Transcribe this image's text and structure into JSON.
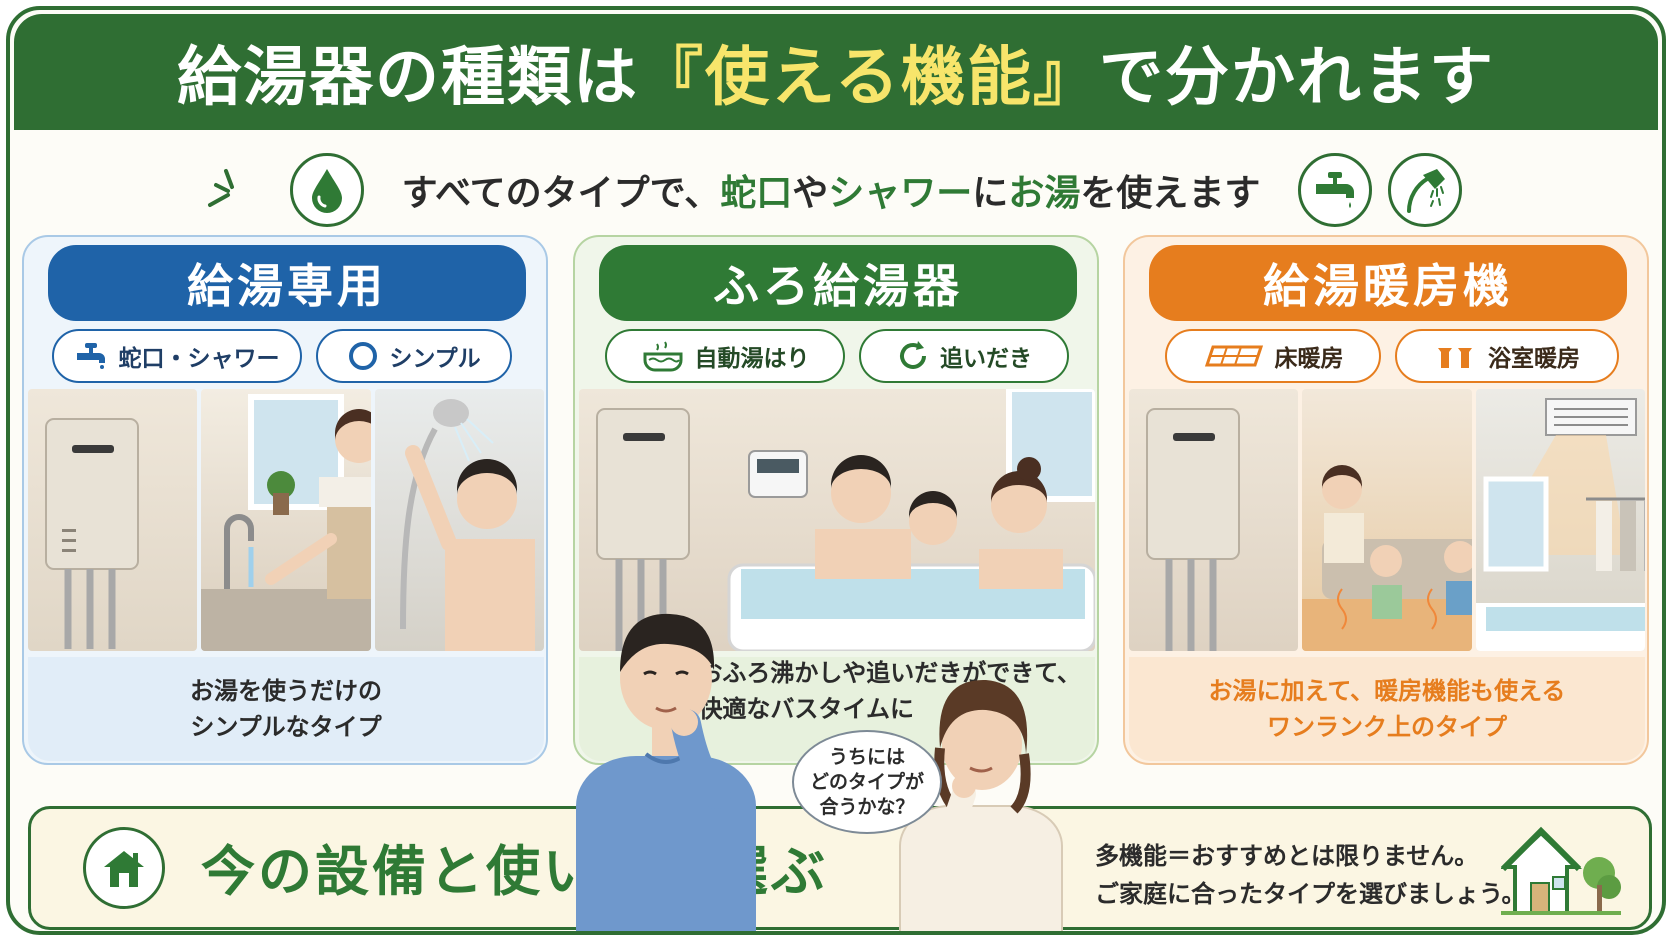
{
  "title": {
    "prefix": "給湯器の種類は",
    "highlight": "『使える機能』",
    "suffix": "で分かれます"
  },
  "subtitle": {
    "p1": "すべてのタイプで、",
    "w1": "蛇口",
    "p2": "や",
    "w2": "シャワー",
    "p3": "に",
    "w3": "お湯",
    "p4": "を使えます"
  },
  "colors": {
    "green": "#2f6e33",
    "blue": "#1f63a8",
    "orange": "#e67d1e",
    "yellow": "#f7e56b"
  },
  "cards": [
    {
      "title": "給湯専用",
      "features": [
        "蛇口・シャワー",
        "シンプル"
      ],
      "icons": [
        "faucet-icon",
        "circle-icon"
      ],
      "desc_lines": [
        "お湯を使うだけの",
        "シンプルなタイプ"
      ]
    },
    {
      "title": "ふろ給湯器",
      "features": [
        "自動湯はり",
        "追いだき"
      ],
      "icons": [
        "bathtub-icon",
        "reheat-icon"
      ],
      "desc_lines": [
        "おふろ沸かしや追いだきができて、",
        "快適なバスタイムに"
      ]
    },
    {
      "title": "給湯暖房機",
      "features": [
        "床暖房",
        "浴室暖房"
      ],
      "icons": [
        "floor-heating-icon",
        "bath-heater-icon"
      ],
      "desc_lines": [
        "お湯に加えて、暖房機能も使える",
        "ワンランク上のタイプ"
      ]
    }
  ],
  "bubble": {
    "lines": [
      "うちには",
      "どのタイプが",
      "合うかな？"
    ]
  },
  "bottom": {
    "main": "今の設備と使い方で選ぶ",
    "note_lines": [
      "多機能＝おすすめとは限りません。",
      "ご家庭に合ったタイプを選びましょう。"
    ]
  }
}
